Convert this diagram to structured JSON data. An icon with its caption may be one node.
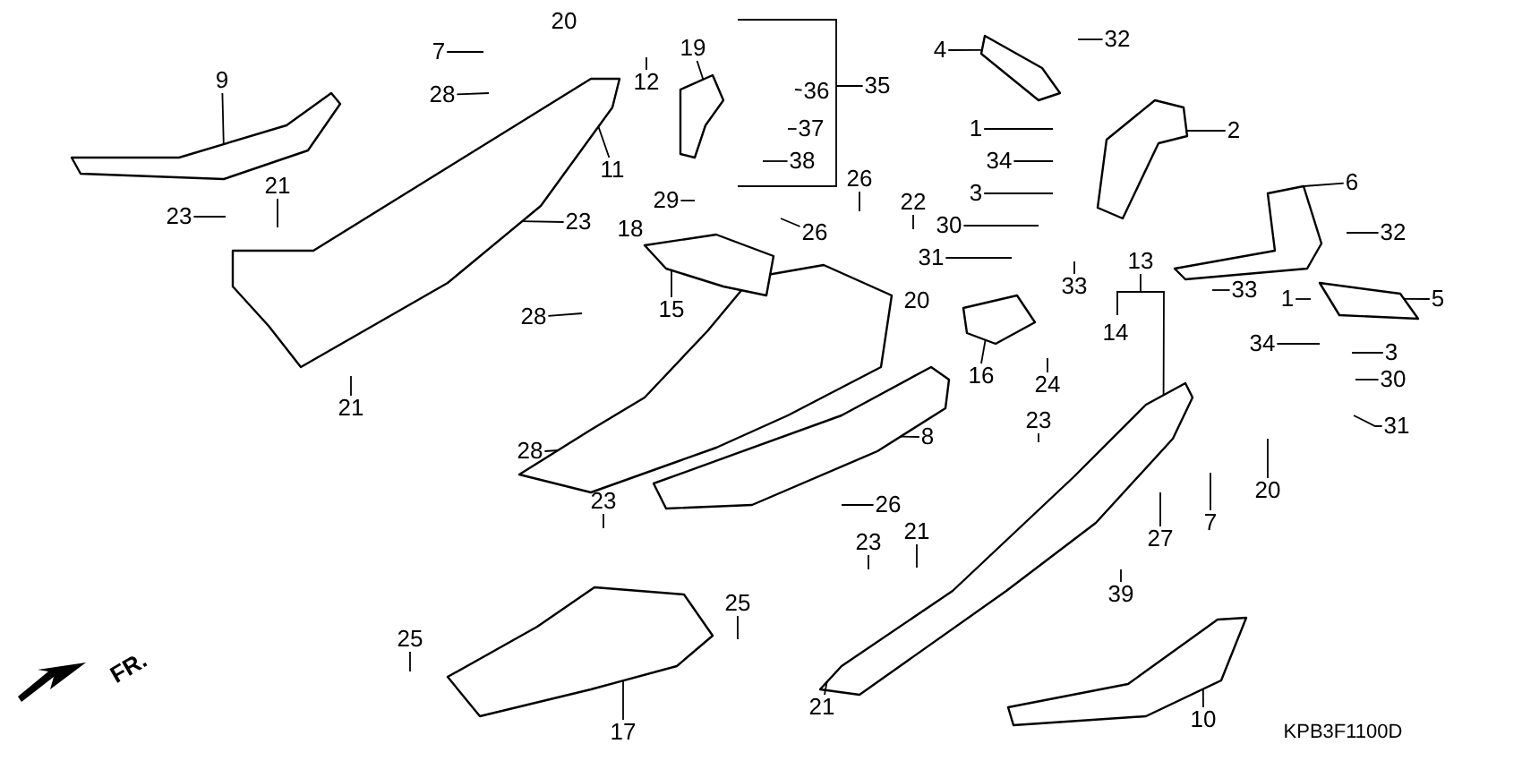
{
  "diagram": {
    "nodes": [
      {
        "text": [
          "7"
        ]
      },
      {
        "text": [
          "19"
        ]
      },
      {
        "text": [
          "32"
        ]
      },
      {
        "text": [
          "4"
        ]
      },
      {
        "text": [
          "9"
        ]
      },
      {
        "text": [
          "35"
        ]
      },
      {
        "text": [
          "36"
        ]
      },
      {
        "text": [
          "28"
        ]
      },
      {
        "text": [
          "12"
        ]
      },
      {
        "text": [
          "2"
        ]
      },
      {
        "text": [
          "1"
        ]
      },
      {
        "text": [
          "37"
        ]
      },
      {
        "text": [
          "34"
        ]
      },
      {
        "text": [
          "3"
        ]
      },
      {
        "text": [
          "38"
        ]
      },
      {
        "text": [
          "11"
        ]
      },
      {
        "text": [
          "26"
        ]
      },
      {
        "text": [
          "30"
        ]
      },
      {
        "text": [
          "21"
        ]
      },
      {
        "text": [
          "6"
        ]
      },
      {
        "text": [
          "29"
        ]
      },
      {
        "text": [
          "22"
        ]
      },
      {
        "text": [
          "31"
        ]
      },
      {
        "text": [
          "23"
        ]
      },
      {
        "text": [
          "26"
        ]
      },
      {
        "text": [
          "23"
        ]
      },
      {
        "text": [
          "32"
        ]
      },
      {
        "text": [
          "13"
        ]
      },
      {
        "text": [
          "33"
        ]
      },
      {
        "text": [
          "33"
        ]
      },
      {
        "text": [
          "5"
        ]
      },
      {
        "text": [
          "1"
        ]
      },
      {
        "text": [
          "15"
        ]
      },
      {
        "text": [
          "28"
        ]
      },
      {
        "text": [
          "34"
        ]
      },
      {
        "text": [
          "3"
        ]
      },
      {
        "text": [
          "16"
        ]
      },
      {
        "text": [
          "24"
        ]
      },
      {
        "text": [
          "30"
        ]
      },
      {
        "text": [
          "21"
        ]
      },
      {
        "text": [
          "31"
        ]
      },
      {
        "text": [
          "23"
        ]
      },
      {
        "text": [
          "8"
        ]
      },
      {
        "text": [
          "28"
        ]
      },
      {
        "text": [
          "20"
        ]
      },
      {
        "text": [
          "23"
        ]
      },
      {
        "text": [
          "26"
        ]
      },
      {
        "text": [
          "7"
        ]
      },
      {
        "text": [
          "21"
        ]
      },
      {
        "text": [
          "27"
        ]
      },
      {
        "text": [
          "23"
        ]
      },
      {
        "text": [
          "39"
        ]
      },
      {
        "text": [
          "25"
        ]
      },
      {
        "text": [
          "25"
        ]
      },
      {
        "text": [
          "21"
        ]
      },
      {
        "text": [
          "10"
        ]
      },
      {
        "text": [
          "17"
        ]
      },
      {
        "text": [],
        "shape": "picture"
      },
      {
        "text": [],
        "shape": "picture"
      },
      {
        "text": [],
        "shape": "picture"
      },
      {
        "text": [],
        "shape": "picture"
      },
      {
        "text": [],
        "shape": "picture"
      },
      {
        "text": [],
        "shape": "picture"
      },
      {
        "text": [],
        "shape": "picture"
      },
      {
        "text": [],
        "shape": "picture"
      },
      {
        "text": [],
        "shape": "picture"
      },
      {
        "text": [],
        "shape": "picture"
      },
      {
        "text": [],
        "shape": "picture"
      },
      {
        "text": [],
        "shape": "picture"
      },
      {
        "text": [],
        "shape": "picture"
      },
      {
        "text": [],
        "shape": "picture"
      }
    ],
    "edges": [
      {
        "from": 0,
        "to": null,
        "arrow": "none"
      },
      {
        "from": 1,
        "to": 59,
        "arrow": "none"
      },
      {
        "from": 2,
        "to": null,
        "arrow": "none"
      },
      {
        "from": 3,
        "to": 66,
        "arrow": "none"
      },
      {
        "from": 4,
        "to": 57,
        "arrow": "none"
      },
      {
        "from": 5,
        "to": null,
        "arrow": "none"
      },
      {
        "from": 6,
        "to": null,
        "arrow": "none"
      },
      {
        "from": 7,
        "to": null,
        "arrow": "none"
      },
      {
        "from": 8,
        "to": null,
        "arrow": "none"
      },
      {
        "from": 9,
        "to": 67,
        "arrow": "none"
      },
      {
        "from": 10,
        "to": null,
        "arrow": "none"
      },
      {
        "from": 11,
        "to": null,
        "arrow": "none"
      },
      {
        "from": 12,
        "to": null,
        "arrow": "none"
      },
      {
        "from": 13,
        "to": null,
        "arrow": "none"
      },
      {
        "from": 14,
        "to": null,
        "arrow": "none"
      },
      {
        "from": 15,
        "to": 58,
        "arrow": "none"
      },
      {
        "from": 16,
        "to": null,
        "arrow": "none"
      },
      {
        "from": 17,
        "to": null,
        "arrow": "none"
      },
      {
        "from": 18,
        "to": null,
        "arrow": "none"
      },
      {
        "from": 19,
        "to": 68,
        "arrow": "none"
      },
      {
        "from": 20,
        "to": null,
        "arrow": "none"
      },
      {
        "from": 21,
        "to": null,
        "arrow": "none"
      },
      {
        "from": 22,
        "to": null,
        "arrow": "none"
      },
      {
        "from": 23,
        "to": null,
        "arrow": "none"
      },
      {
        "from": 24,
        "to": null,
        "arrow": "none"
      },
      {
        "from": 25,
        "to": 58,
        "arrow": "none"
      },
      {
        "from": 26,
        "to": null,
        "arrow": "none"
      },
      {
        "from": 27,
        "to": 64,
        "arrow": "none"
      },
      {
        "from": 28,
        "to": null,
        "arrow": "none"
      },
      {
        "from": 29,
        "to": null,
        "arrow": "none"
      },
      {
        "from": 30,
        "to": 69,
        "arrow": "none"
      },
      {
        "from": 31,
        "to": null,
        "arrow": "none"
      },
      {
        "from": 32,
        "to": 62,
        "arrow": "none"
      },
      {
        "from": 33,
        "to": null,
        "arrow": "none"
      },
      {
        "from": 34,
        "to": null,
        "arrow": "none"
      },
      {
        "from": 35,
        "to": null,
        "arrow": "none"
      },
      {
        "from": 36,
        "to": 70,
        "arrow": "none"
      },
      {
        "from": 37,
        "to": null,
        "arrow": "none"
      },
      {
        "from": 38,
        "to": null,
        "arrow": "none"
      },
      {
        "from": 39,
        "to": null,
        "arrow": "none"
      },
      {
        "from": 40,
        "to": null,
        "arrow": "none"
      },
      {
        "from": 41,
        "to": null,
        "arrow": "none"
      },
      {
        "from": 42,
        "to": 61,
        "arrow": "none"
      },
      {
        "from": 43,
        "to": 60,
        "arrow": "none"
      },
      {
        "from": 44,
        "to": null,
        "arrow": "none"
      },
      {
        "from": 45,
        "to": null,
        "arrow": "none"
      },
      {
        "from": 46,
        "to": null,
        "arrow": "none"
      },
      {
        "from": 47,
        "to": null,
        "arrow": "none"
      },
      {
        "from": 48,
        "to": null,
        "arrow": "none"
      },
      {
        "from": 49,
        "to": null,
        "arrow": "none"
      },
      {
        "from": 50,
        "to": null,
        "arrow": "none"
      },
      {
        "from": 51,
        "to": null,
        "arrow": "none"
      },
      {
        "from": 52,
        "to": null,
        "arrow": "none"
      },
      {
        "from": 53,
        "to": null,
        "arrow": "none"
      },
      {
        "from": 54,
        "to": 64,
        "arrow": "none"
      },
      {
        "from": 55,
        "to": 65,
        "arrow": "none"
      },
      {
        "from": 56,
        "to": 63,
        "arrow": "none"
      }
    ],
    "labels": [
      "20",
      "18",
      "20",
      "14",
      "FR.",
      "KPB3F1100D"
    ]
  }
}
